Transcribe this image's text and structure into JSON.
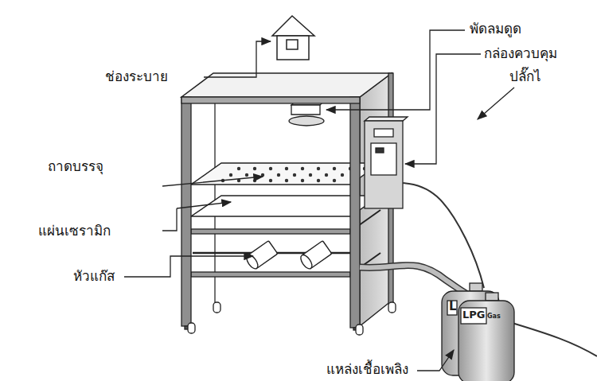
{
  "diagram": {
    "labels": [
      "ช่องระบาย",
      "พัดลมดูด",
      "กล่องควบคุม",
      "ปลั๊กไ",
      "ถาดบรรจุ",
      "แผ่นเซรามิก",
      "หัวแก๊ส",
      "แหล่งเชื้อเพลิง",
      "L",
      "LPG",
      "Gas"
    ]
  }
}
